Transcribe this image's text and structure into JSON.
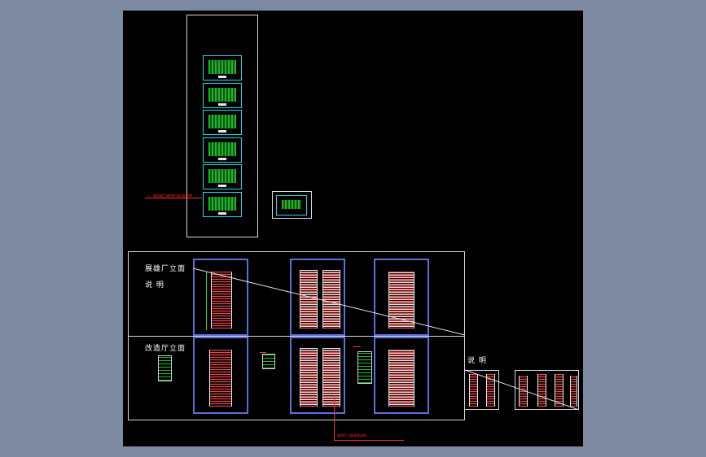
{
  "drawing": {
    "sheet_titles": {
      "front_elevation": "展雄厂立面",
      "side_elevation": "改造厅立面",
      "note_a": "说 明",
      "note_b": "说 明"
    },
    "annotations": {
      "plan_callout": "一、结构施工说明补充内容说明",
      "bottom_callout": "改造厅立面改造说明",
      "callout_color": "#ff2a2a"
    },
    "colors": {
      "background": "#7e8aa2",
      "canvas": "#000000",
      "sheet_border": "#5b6fd8",
      "plan_line": "#2ad4e8",
      "elevation": "#ff3c3c",
      "grid": "#2ee03a"
    }
  }
}
